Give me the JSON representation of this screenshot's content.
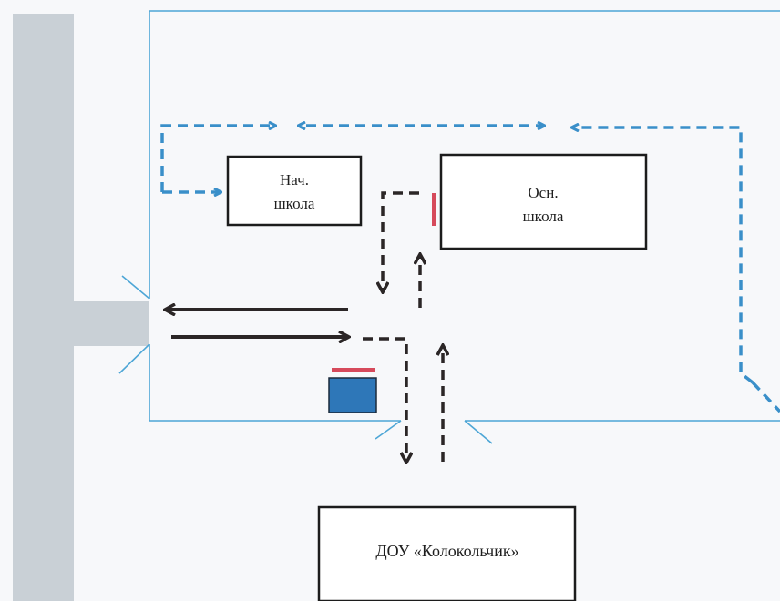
{
  "buildings": {
    "primary_school": {
      "line1": "Нач.",
      "line2": "школа"
    },
    "main_school": {
      "line1": "Осн.",
      "line2": "школа"
    },
    "kindergarten": {
      "label": "ДОУ «Колокольчик»"
    }
  },
  "colors": {
    "page_bg": "#f7f8fa",
    "road": "#c9d0d6",
    "fence": "#4da6d6",
    "pedestrian_route": "#3a8fc9",
    "vehicle_route": "#2b2626",
    "crossing_mark": "#d64a5b",
    "parking_fill": "#2e77b8",
    "building_border": "#1c1c1c",
    "building_fill": "#ffffff"
  },
  "icons": {
    "parking": "parking-icon",
    "stop_line": "stop-line-icon"
  }
}
